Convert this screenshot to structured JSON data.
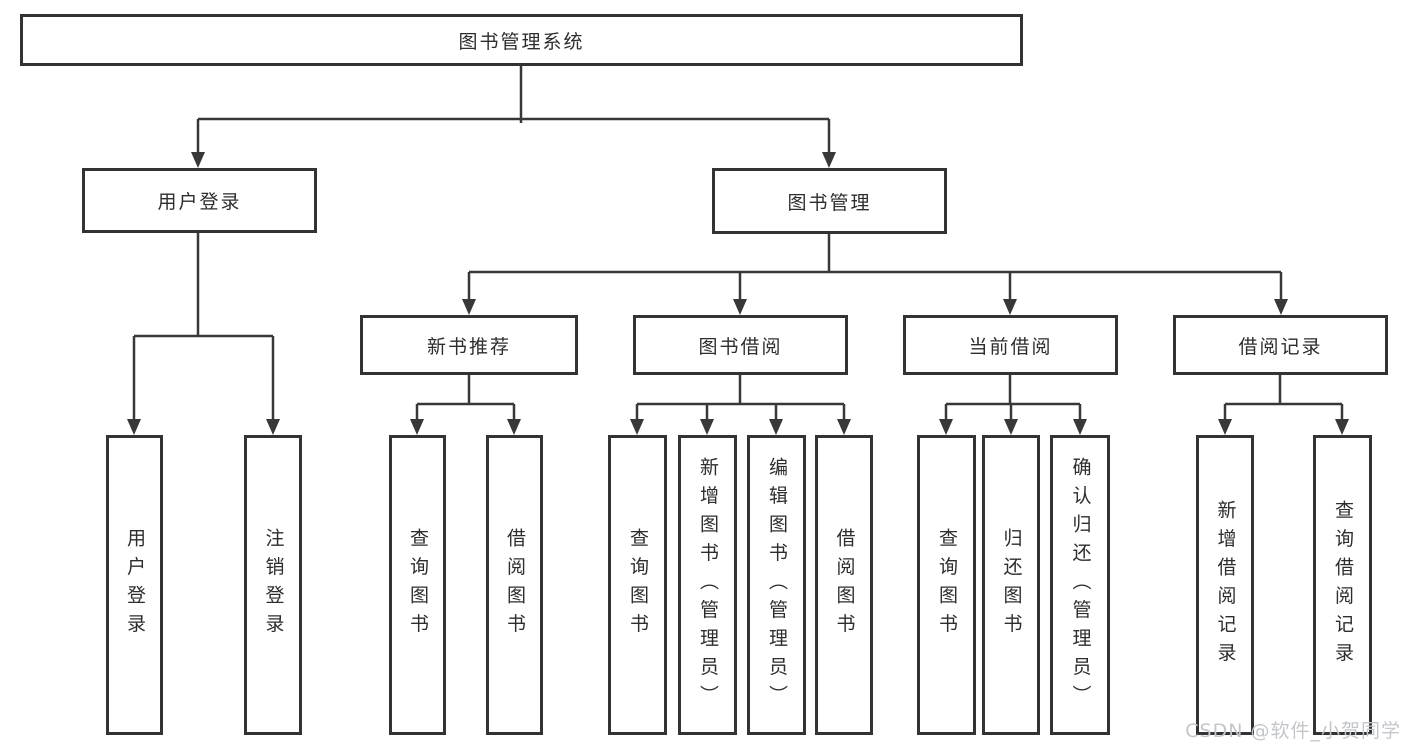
{
  "diagram": {
    "title": "图书管理系统",
    "branches": [
      {
        "label": "用户登录",
        "children": [
          {
            "label": "用户登录"
          },
          {
            "label": "注销登录"
          }
        ]
      },
      {
        "label": "图书管理",
        "groups": [
          {
            "label": "新书推荐",
            "children": [
              {
                "label": "查询图书"
              },
              {
                "label": "借阅图书"
              }
            ]
          },
          {
            "label": "图书借阅",
            "children": [
              {
                "label": "查询图书"
              },
              {
                "label": "新增图书（管理员）"
              },
              {
                "label": "编辑图书（管理员）"
              },
              {
                "label": "借阅图书"
              }
            ]
          },
          {
            "label": "当前借阅",
            "children": [
              {
                "label": "查询图书"
              },
              {
                "label": "归还图书"
              },
              {
                "label": "确认归还（管理员）"
              }
            ]
          },
          {
            "label": "借阅记录",
            "children": [
              {
                "label": "新增借阅记录"
              },
              {
                "label": "查询借阅记录"
              }
            ]
          }
        ]
      }
    ]
  },
  "watermark": "CSDN @软件_小贺同学",
  "colors": {
    "line": "#383838",
    "border": "#333333",
    "text": "#2d2d2d",
    "watermark_text": "#c3c7cb",
    "background": "#ffffff"
  }
}
